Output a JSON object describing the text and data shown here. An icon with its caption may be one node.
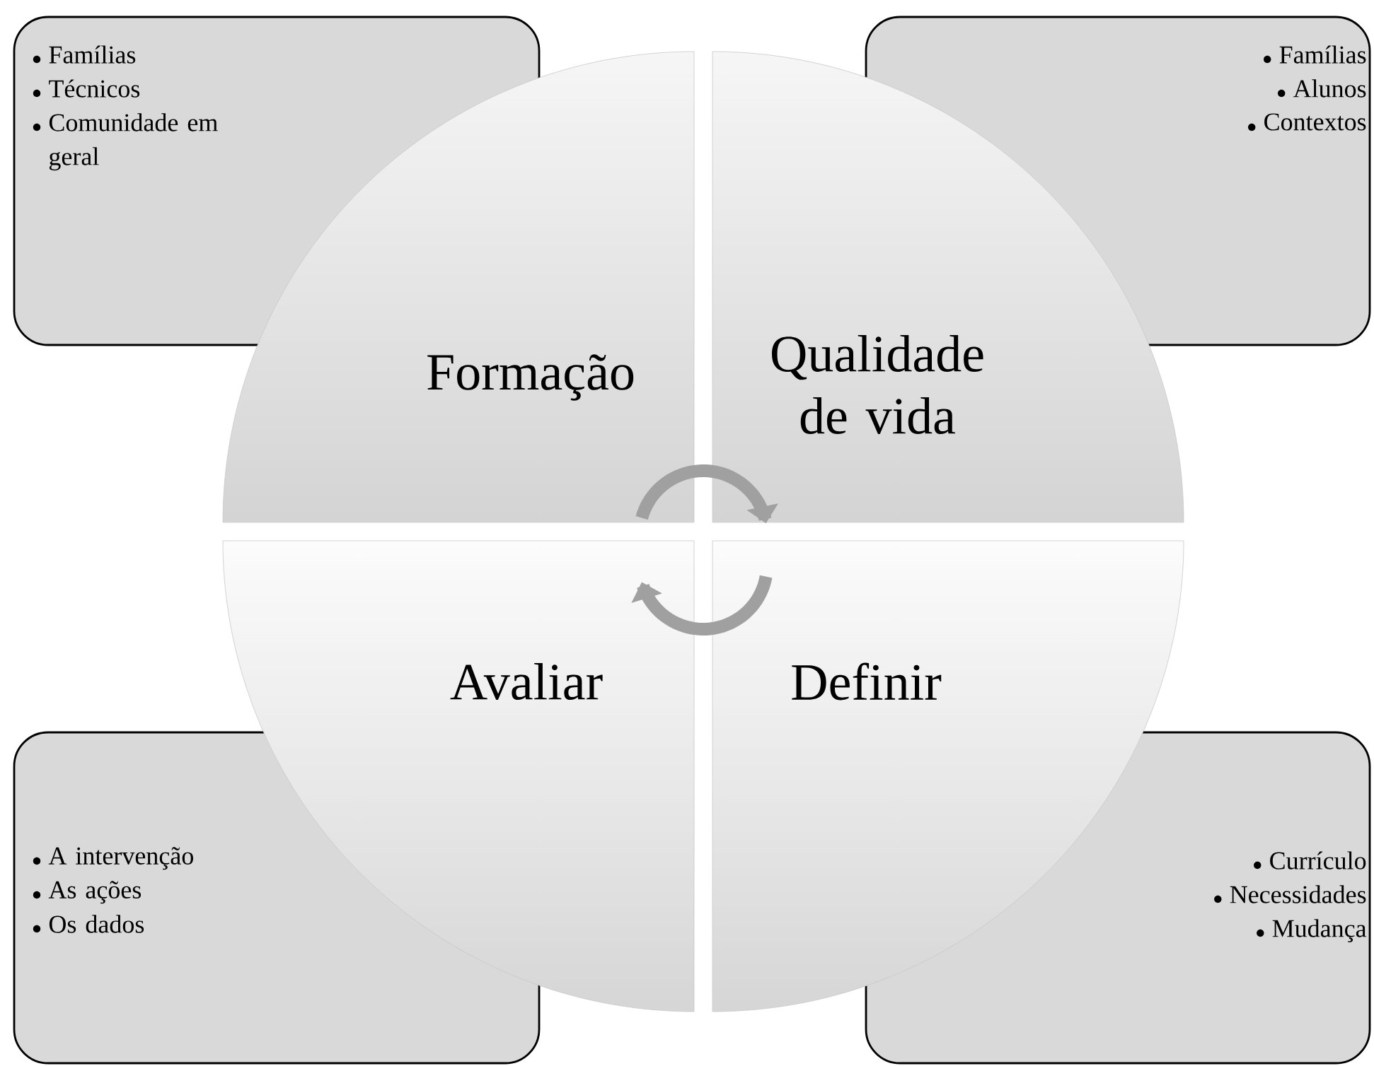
{
  "diagram": {
    "nodes": [
      {
        "text": [
          "Famílias",
          "Técnicos",
          "Comunidade em geral"
        ]
      },
      {
        "text": [
          "Famílias",
          "Alunos",
          "Contextos"
        ]
      },
      {
        "text": [
          "Formação"
        ]
      },
      {
        "text": [
          "Qualidade de vida"
        ]
      },
      {
        "text": [
          "Avaliar"
        ]
      },
      {
        "text": [
          "Definir"
        ]
      },
      {
        "text": [
          "A intervenção",
          "As ações",
          "Os dados"
        ]
      },
      {
        "text": [
          "Currículo",
          "Necessidades",
          "Mudança"
        ]
      }
    ]
  }
}
